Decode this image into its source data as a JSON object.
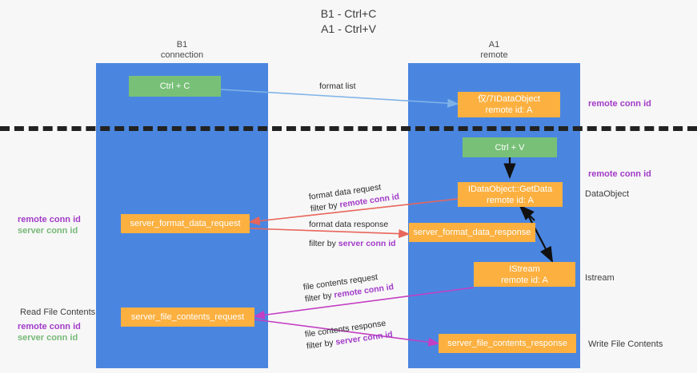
{
  "title": {
    "line1": "B1 - Ctrl+C",
    "line2": "A1 - Ctrl+V"
  },
  "lanes": [
    {
      "name": "B1",
      "sub": "connection",
      "color": "#4a86e0"
    },
    {
      "name": "A1",
      "sub": "remote",
      "color": "#4a86e0"
    }
  ],
  "nodes": {
    "ctrl_c": {
      "label": "Ctrl + C",
      "color": "#78c078"
    },
    "ctrl_v": {
      "label": "Ctrl + V",
      "color": "#78c078"
    },
    "idataobject": {
      "line1": "仅/7IDataObject",
      "line2": "remote id: A",
      "color": "#fbb040"
    },
    "getdata": {
      "line1": "IDataObject::GetData",
      "line2": "remote id: A",
      "color": "#fbb040"
    },
    "istream": {
      "line1": "IStream",
      "line2": "remote id: A",
      "color": "#fbb040"
    },
    "fmt_req": {
      "label": "server_format_data_request",
      "color": "#fbb040"
    },
    "fmt_resp": {
      "label": "server_format_data_response",
      "color": "#fbb040"
    },
    "file_req": {
      "label": "server_file_contents_request",
      "color": "#fbb040"
    },
    "file_resp": {
      "label": "server_file_contents_response",
      "color": "#fbb040"
    }
  },
  "edge_labels": {
    "format_list": "format list",
    "fmt_req_l1": "format data request",
    "fmt_req_l2_pre": "filter by ",
    "fmt_req_l2_key": "remote conn id",
    "fmt_resp_l1": "format data response",
    "fmt_resp_l2_pre": "filter by ",
    "fmt_resp_l2_key": "server conn id",
    "file_req_l1": "file contents request",
    "file_req_l2_pre": "filter by ",
    "file_req_l2_key": "remote conn id",
    "file_resp_l1": "file contents response",
    "file_resp_l2_pre": "filter by ",
    "file_resp_l2_key": "server conn id"
  },
  "annotations": {
    "right_remote_conn_top": "remote conn id",
    "right_remote_conn_mid": "remote conn id",
    "right_dataobject": "DataObject",
    "right_istream": "Istream",
    "right_write_file": "Write File Contents",
    "left_remote_conn": "remote conn id",
    "left_server_conn": "server conn id",
    "left_read_file": "Read File Contents",
    "left_remote_conn2": "remote conn id",
    "left_server_conn2": "server conn id"
  },
  "colors": {
    "lane": "#4a86e0",
    "green_node": "#78c078",
    "orange_node": "#fbb040",
    "purple_text": "#a23bc8",
    "green_text": "#77b877",
    "red_arrow": "#e8665c",
    "magenta_arrow": "#c33fc3",
    "blue_arrow": "#7fb3e8",
    "black_arrow": "#111111",
    "background": "#f7f7f7"
  }
}
